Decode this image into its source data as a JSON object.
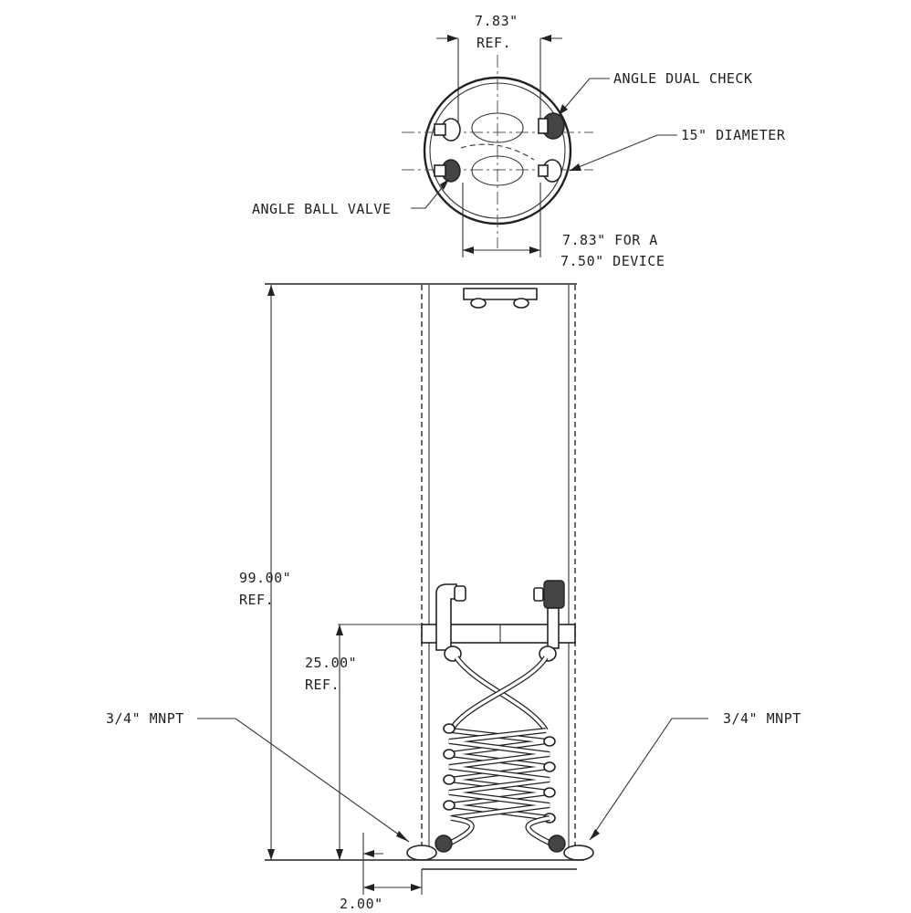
{
  "top_view": {
    "width_ref_value": "7.83\"",
    "width_ref_suffix": "REF.",
    "angle_dual_check": "ANGLE DUAL CHECK",
    "diameter": "15\" DIAMETER",
    "angle_ball_valve": "ANGLE BALL VALVE",
    "device_line1": "7.83\" FOR A",
    "device_line2": "7.50\" DEVICE"
  },
  "side_view": {
    "height_value": "99.00\"",
    "height_suffix": "REF.",
    "inner_height_value": "25.00\"",
    "inner_height_suffix": "REF.",
    "left_connection": "3/4\" MNPT",
    "right_connection": "3/4\" MNPT",
    "offset": "2.00\""
  },
  "colors": {
    "line": "#222222",
    "background": "#ffffff"
  }
}
